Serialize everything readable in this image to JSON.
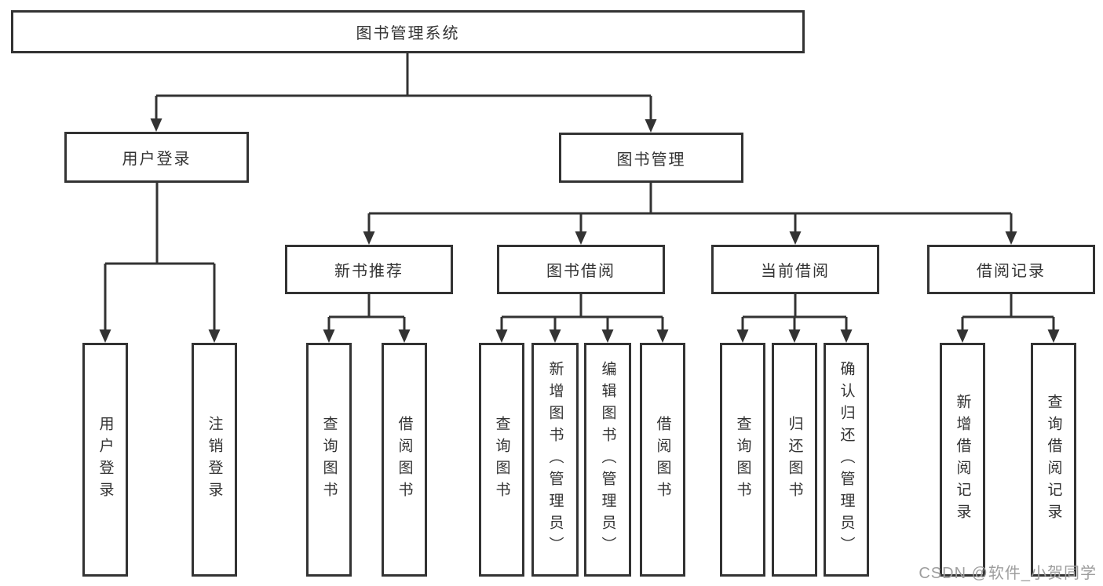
{
  "tree": {
    "root": {
      "label": "图书管理系统",
      "children": [
        {
          "label": "用户登录",
          "children": [
            {
              "label": "用户登录"
            },
            {
              "label": "注销登录"
            }
          ]
        },
        {
          "label": "图书管理",
          "children": [
            {
              "label": "新书推荐",
              "children": [
                {
                  "label": "查询图书"
                },
                {
                  "label": "借阅图书"
                }
              ]
            },
            {
              "label": "图书借阅",
              "children": [
                {
                  "label": "查询图书"
                },
                {
                  "label": "新增图书（管理员）"
                },
                {
                  "label": "编辑图书（管理员）"
                },
                {
                  "label": "借阅图书"
                }
              ]
            },
            {
              "label": "当前借阅",
              "children": [
                {
                  "label": "查询图书"
                },
                {
                  "label": "归还图书"
                },
                {
                  "label": "确认归还（管理员）"
                }
              ]
            },
            {
              "label": "借阅记录",
              "children": [
                {
                  "label": "新增借阅记录"
                },
                {
                  "label": "查询借阅记录"
                }
              ]
            }
          ]
        }
      ]
    }
  },
  "watermark": "CSDN @软件_小贺同学",
  "colors": {
    "line": "#333333",
    "box_border": "#333333",
    "box_fill": "#ffffff",
    "text": "#333333",
    "watermark": "#9e9e9e",
    "background": "#ffffff"
  }
}
